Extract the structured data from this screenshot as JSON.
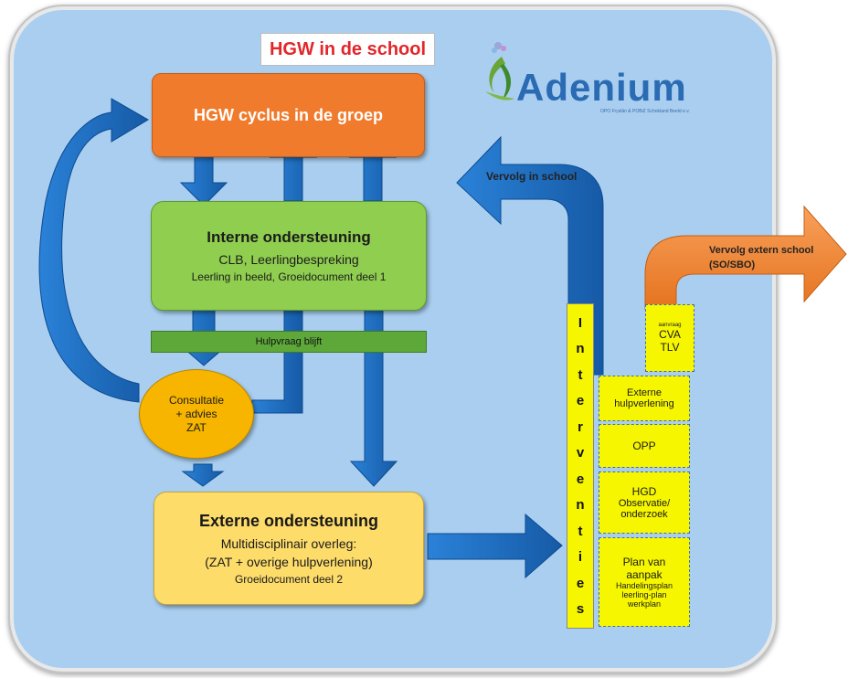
{
  "title": "HGW  in de school",
  "logo": {
    "name": "Adenium",
    "subtitle": "OPO Fryslân & POBiZ Schokland Beeld e.v."
  },
  "boxes": {
    "cycle": "HGW cyclus in de groep",
    "internal": {
      "title": "Interne ondersteuning",
      "line1": "CLB, Leerlingbespreking",
      "line2": "Leerling in beeld, Groeidocument  deel 1"
    },
    "strip": "Hulpvraag blijft",
    "consult": {
      "line1": "Consultatie",
      "line2": "+ advies",
      "line3": "ZAT"
    },
    "external": {
      "title": "Externe ondersteuning",
      "line1": "Multidisciplinair overleg:",
      "line2": "(ZAT + overige hulpverlening)",
      "line3": "Groeidocument deel 2"
    }
  },
  "interventies": [
    "I",
    "n",
    "t",
    "e",
    "r",
    "v",
    "e",
    "n",
    "t",
    "i",
    "e",
    "s"
  ],
  "stack": {
    "cva_small": "aanvraag",
    "cva_line1": "CVA",
    "cva_line2": "TLV",
    "extern_line1": "Externe",
    "extern_line2": "hulpverlening",
    "opp": "OPP",
    "hgd_line1": "HGD",
    "hgd_line2": "Observatie/",
    "hgd_line3": "onderzoek",
    "plan_line1": "Plan van",
    "plan_line2": "aanpak",
    "plan_line3": "Handelingsplan",
    "plan_line4": "leerling-plan",
    "plan_line5": "werkplan"
  },
  "labels": {
    "vervolg_in": "Vervolg in school",
    "vervolg_ext_line1": "Vervolg extern school",
    "vervolg_ext_line2": "(SO/SBO)"
  },
  "colors": {
    "panel": "#a9cef0",
    "arrow_blue": "#1f6fc7",
    "arrow_orange": "#f08a34",
    "title_red": "#e3262a"
  }
}
